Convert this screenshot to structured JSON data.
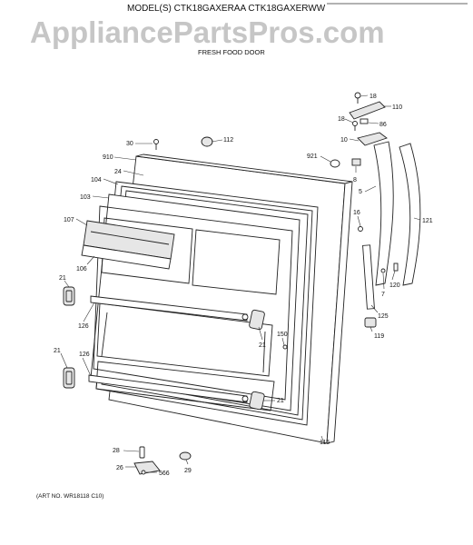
{
  "header": {
    "model_line": "MODEL(S) CTK18GAXERAA  CTK18GAXERWW",
    "watermark": "AppliancePartsPros.com",
    "section_title": "FRESH FOOD DOOR"
  },
  "footer": {
    "art_no": "(ART NO. WR18118 C10)"
  },
  "callouts": {
    "c18a": "18",
    "c110": "110",
    "c18b": "18",
    "c86": "86",
    "c10": "10",
    "c921": "921",
    "c8": "8",
    "c112": "112",
    "c30": "30",
    "c910": "910",
    "c24": "24",
    "c104": "104",
    "c103": "103",
    "c107": "107",
    "c106": "106",
    "c21a": "21",
    "c126a": "126",
    "c21b": "21",
    "c126b": "126",
    "c21c": "21",
    "c21d": "21",
    "c150": "150",
    "c5": "5",
    "c16": "16",
    "c121": "121",
    "c120": "120",
    "c7": "7",
    "c125": "125",
    "c119": "119",
    "c115": "115",
    "c28": "28",
    "c26": "26",
    "c566": "566",
    "c29": "29"
  }
}
